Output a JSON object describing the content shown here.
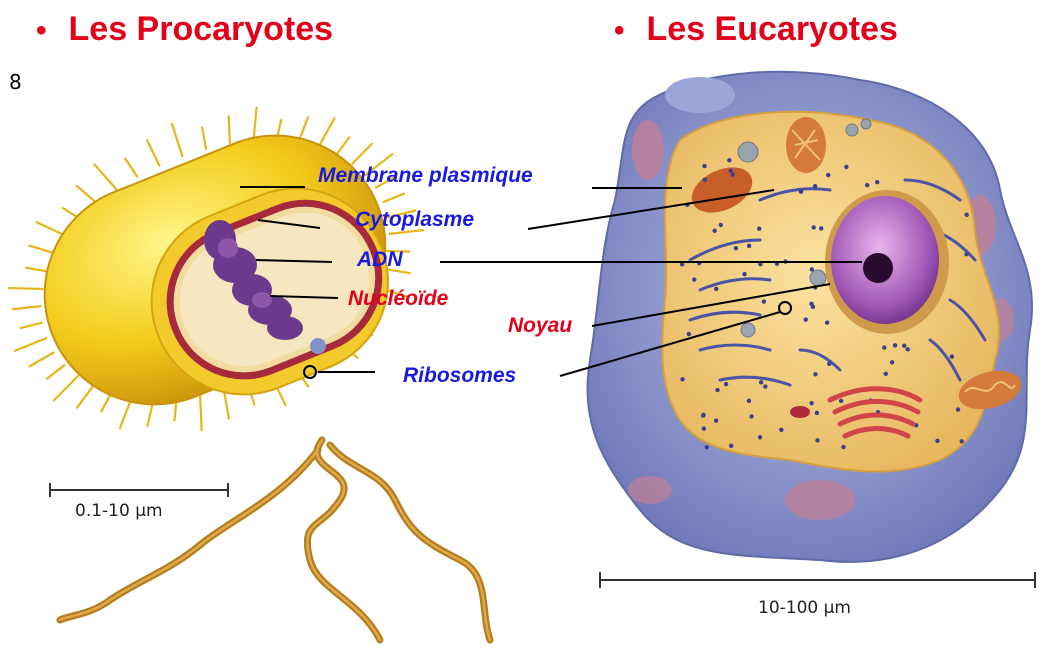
{
  "page_number": "8",
  "titles": {
    "left": {
      "bullet": "•",
      "text": "Les Procaryotes"
    },
    "right": {
      "bullet": "•",
      "text": "Les Eucaryotes"
    }
  },
  "labels": {
    "membrane": "Membrane plasmique",
    "cytoplasme": "Cytoplasme",
    "adn": "ADN",
    "nucleoide": "Nucléoïde",
    "noyau": "Noyau",
    "ribosomes": "Ribosomes"
  },
  "scales": {
    "prokaryote": "0.1-10 µm",
    "eukaryote": "10-100 µm"
  },
  "colors": {
    "title": "#e3001b",
    "label_blue": "#1a1adf",
    "label_red": "#e3001b"
  }
}
